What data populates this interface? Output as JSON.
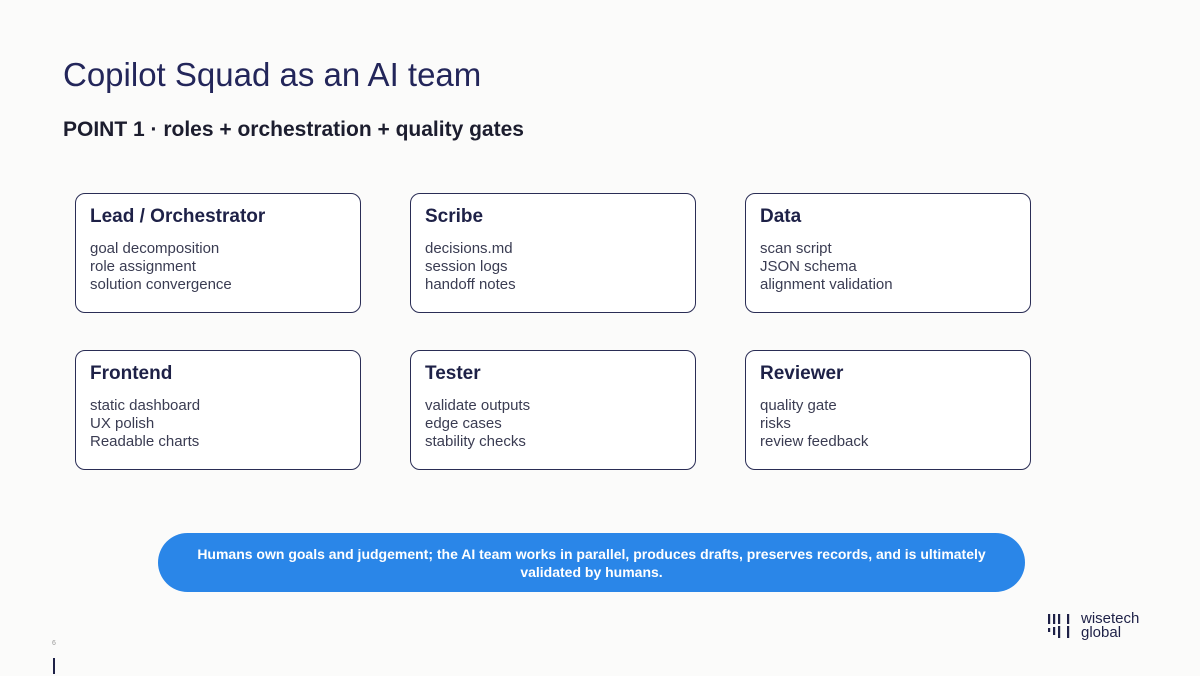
{
  "slide": {
    "title": "Copilot Squad as an AI team",
    "subtitle": "POINT 1 · roles + orchestration + quality gates",
    "page_number": "6"
  },
  "cards": [
    {
      "title": "Lead / Orchestrator",
      "items": [
        "goal decomposition",
        "role assignment",
        "solution convergence"
      ]
    },
    {
      "title": "Scribe",
      "items": [
        "decisions.md",
        "session logs",
        "handoff notes"
      ]
    },
    {
      "title": "Data",
      "items": [
        "scan script",
        "JSON schema",
        "alignment validation"
      ]
    },
    {
      "title": "Frontend",
      "items": [
        "static dashboard",
        "UX polish",
        "Readable charts"
      ]
    },
    {
      "title": "Tester",
      "items": [
        "validate outputs",
        "edge cases",
        "stability checks"
      ]
    },
    {
      "title": "Reviewer",
      "items": [
        "quality gate",
        "risks",
        "review feedback"
      ]
    }
  ],
  "banner": {
    "text": "Humans own goals and judgement; the AI team works in parallel, produces drafts, preserves records, and is ultimately validated by humans."
  },
  "logo": {
    "line1": "wisetech",
    "line2": "global",
    "icon": "wisetech-bars-icon"
  },
  "colors": {
    "title": "#23265a",
    "card_border": "#2a2d55",
    "banner_bg": "#2a86e8",
    "background": "#fbfbfa"
  }
}
